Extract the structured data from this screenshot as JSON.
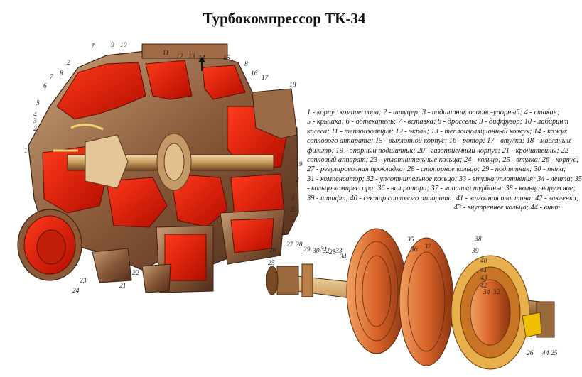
{
  "title": "Турбокомпрессор ТК-34",
  "legend_lines": [
    "1 - корпус компрессора; 2 - штуцер; 3 - подшипник опорно-упорный; 4 - стакан;",
    "5 - крышка; 6 - обтекатель; 7 - вставка; 8 - дроссель; 9 - диффузор; 10 - лабиринт",
    "колеса; 11 - теплоизоляция; 12 - экран; 13 - теплоизоляционный кожух; 14 - кожух",
    "соплового аппарата; 15 - выхлопной корпус; 16 - ротор; 17 - втулка; 18 - масляный",
    "фильтр; 19 - опорный подшипник; 20 - газоприемный корпус; 21 - кронштейны; 22 -",
    "сопловый аппарат; 23 - уплотнительные кольца; 24 - кольцо; 25 - втулка; 26 - корпус;",
    "27 - регулировочная прокладка; 28 - стопорное кольцо; 29 - подпятник; 30 - пята;",
    "31 - компенсатор; 32 - уплотнительное кольцо; 33 - втулка уплотнения; 34 - лента; 35",
    "- кольцо компрессора; 36 - вал ротора; 37 - лопатка турбины; 38 - кольцо наружное;",
    "39 - штифт; 40 - сектор соплового аппарата; 41 - замочная пластина; 42 - закленка;",
    "43 - внутреннее кольцо; 44 - винт"
  ],
  "callouts_left": [
    "7",
    "9",
    "10",
    "11",
    "12",
    "13",
    "14",
    "15",
    "2",
    "8",
    "8",
    "16",
    "17",
    "18",
    "7",
    "6",
    "5",
    "4",
    "3",
    "2",
    "1",
    "19",
    "2",
    "5",
    "20",
    "22",
    "21",
    "23",
    "24"
  ],
  "callouts_right": [
    "35",
    "36",
    "37",
    "38",
    "39",
    "26",
    "27",
    "28",
    "29",
    "25",
    "30",
    "31",
    "32",
    "25",
    "33",
    "34",
    "40",
    "41",
    "43",
    "42",
    "34",
    "32",
    "26",
    "44",
    "25"
  ]
}
